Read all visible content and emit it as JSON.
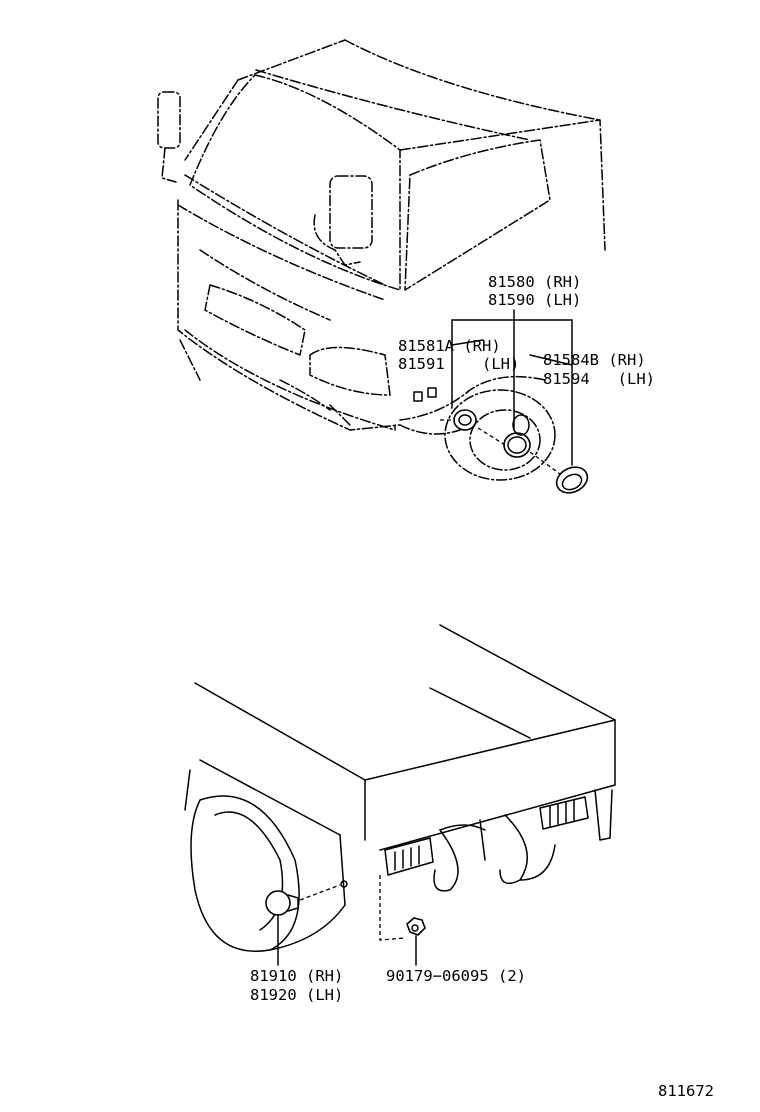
{
  "callouts": {
    "lamp_81580": "81580 (RH)",
    "lamp_81590": "81590 (LH)",
    "socket_81581a": "81581A (RH)",
    "socket_81591": "81591    (LH)",
    "gasket_81584b": "81584B (RH)",
    "gasket_81594": "81594   (LH)",
    "reflector_81910": "81910 (RH)",
    "reflector_81920": "81920 (LH)",
    "nut_90179": "90179−06095 (2)"
  },
  "figure_number": "811672"
}
